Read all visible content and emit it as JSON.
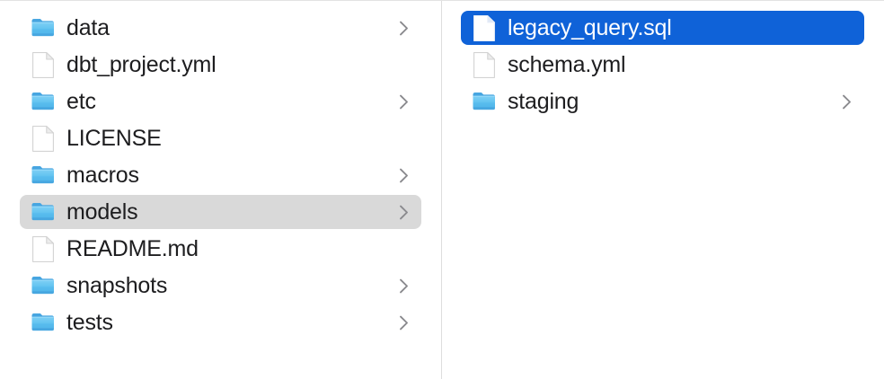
{
  "window": {
    "view_mode": "column-view",
    "app": "Finder"
  },
  "colors": {
    "selection_active": "#0f62d8",
    "selection_inactive": "#d9d9d9",
    "text": "#1d1d1f",
    "text_selected": "#ffffff",
    "divider": "#dedede",
    "folder_icon": "#5bbcf0",
    "file_icon": "#ffffff",
    "chevron": "#8a8a8e"
  },
  "columns": [
    {
      "name": "project-root-column",
      "items": [
        {
          "label": "data",
          "kind": "folder",
          "icon": "folder-icon",
          "has_chevron": true,
          "selected": "none"
        },
        {
          "label": "dbt_project.yml",
          "kind": "file",
          "icon": "document-icon",
          "has_chevron": false,
          "selected": "none"
        },
        {
          "label": "etc",
          "kind": "folder",
          "icon": "folder-icon",
          "has_chevron": true,
          "selected": "none"
        },
        {
          "label": "LICENSE",
          "kind": "file",
          "icon": "document-icon",
          "has_chevron": false,
          "selected": "none"
        },
        {
          "label": "macros",
          "kind": "folder",
          "icon": "folder-icon",
          "has_chevron": true,
          "selected": "none"
        },
        {
          "label": "models",
          "kind": "folder",
          "icon": "folder-icon",
          "has_chevron": true,
          "selected": "gray"
        },
        {
          "label": "README.md",
          "kind": "file",
          "icon": "document-icon",
          "has_chevron": false,
          "selected": "none"
        },
        {
          "label": "snapshots",
          "kind": "folder",
          "icon": "folder-icon",
          "has_chevron": true,
          "selected": "none"
        },
        {
          "label": "tests",
          "kind": "folder",
          "icon": "folder-icon",
          "has_chevron": true,
          "selected": "none"
        }
      ]
    },
    {
      "name": "models-column",
      "items": [
        {
          "label": "legacy_query.sql",
          "kind": "file",
          "icon": "document-icon",
          "has_chevron": false,
          "selected": "blue"
        },
        {
          "label": "schema.yml",
          "kind": "file",
          "icon": "document-icon",
          "has_chevron": false,
          "selected": "none"
        },
        {
          "label": "staging",
          "kind": "folder",
          "icon": "folder-icon",
          "has_chevron": true,
          "selected": "none"
        }
      ]
    }
  ]
}
